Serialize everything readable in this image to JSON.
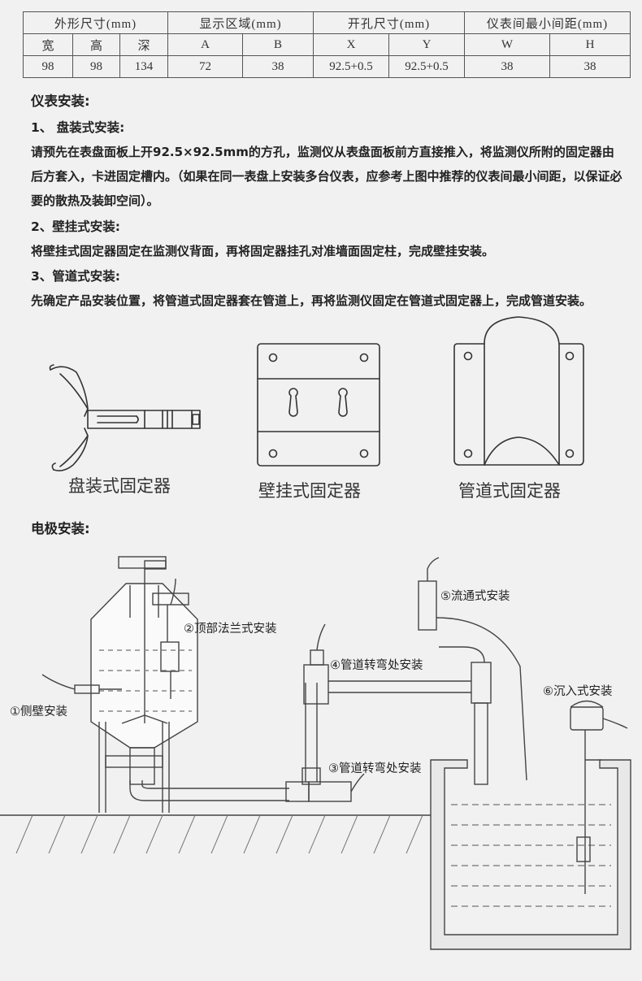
{
  "spec_table": {
    "group_headers": [
      "外形尺寸(mm)",
      "显示区域(mm)",
      "开孔尺寸(mm)",
      "仪表间最小间距(mm)"
    ],
    "sub_headers": [
      "宽",
      "高",
      "深",
      "A",
      "B",
      "X",
      "Y",
      "W",
      "H"
    ],
    "values": [
      "98",
      "98",
      "134",
      "72",
      "38",
      "92.5+0.5",
      "92.5+0.5",
      "38",
      "38"
    ]
  },
  "install": {
    "title": "仪表安装:",
    "panel_title": "1、 盘装式安装:",
    "panel_text": "请预先在表盘面板上开92.5×92.5mm的方孔，监测仪从表盘面板前方直接推入，将监测仪所附的固定器由后方套入，卡进固定槽内。（如果在同一表盘上安装多台仪表，应参考上图中推荐的仪表间最小间距，以保证必要的散热及装卸空间）。",
    "wall_title": "2、壁挂式安装:",
    "wall_text": "将壁挂式固定器固定在监测仪背面，再将固定器挂孔对准墙面固定柱，完成壁挂安装。",
    "pipe_title": "3、管道式安装:",
    "pipe_text": "先确定产品安装位置，将管道式固定器套在管道上，再将监测仪固定在管道式固定器上，完成管道安装。"
  },
  "fixtures": {
    "panel": "盘装式固定器",
    "wall": "壁挂式固定器",
    "pipe": "管道式固定器"
  },
  "electrode": {
    "title": "电极安装:",
    "labels": {
      "side_wall": "①侧壁安装",
      "top_flange": "②顶部法兰式安装",
      "pipe_bend_lower": "③管道转弯处安装",
      "pipe_bend_upper": "④管道转弯处安装",
      "flow_through": "⑤流通式安装",
      "immersion": "⑥沉入式安装"
    }
  }
}
